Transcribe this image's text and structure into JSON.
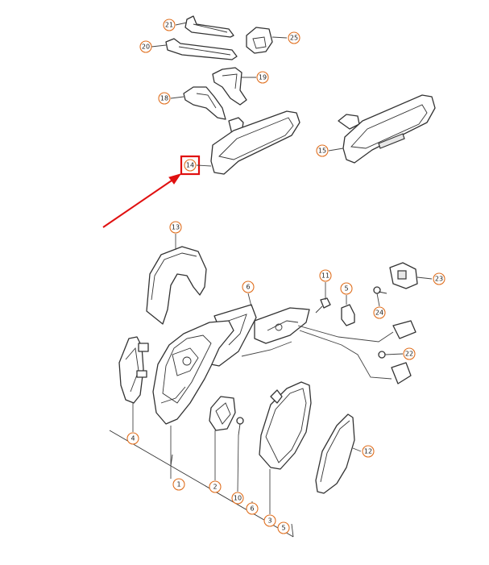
{
  "callouts": {
    "c21": "21",
    "c25": "25",
    "c20": "20",
    "c19": "19",
    "c18": "18",
    "c14": "14",
    "c15": "15",
    "c13": "13",
    "c11": "11",
    "c6a": "6",
    "c5a": "5",
    "c23": "23",
    "c24": "24",
    "c22": "22",
    "c4": "4",
    "c12": "12",
    "c1": "1",
    "c2": "2",
    "c10": "10",
    "c6b": "6",
    "c3": "3",
    "c5b": "5"
  },
  "colors": {
    "callout_ring": "#e07020",
    "highlight": "#e01010",
    "line": "#333333"
  }
}
